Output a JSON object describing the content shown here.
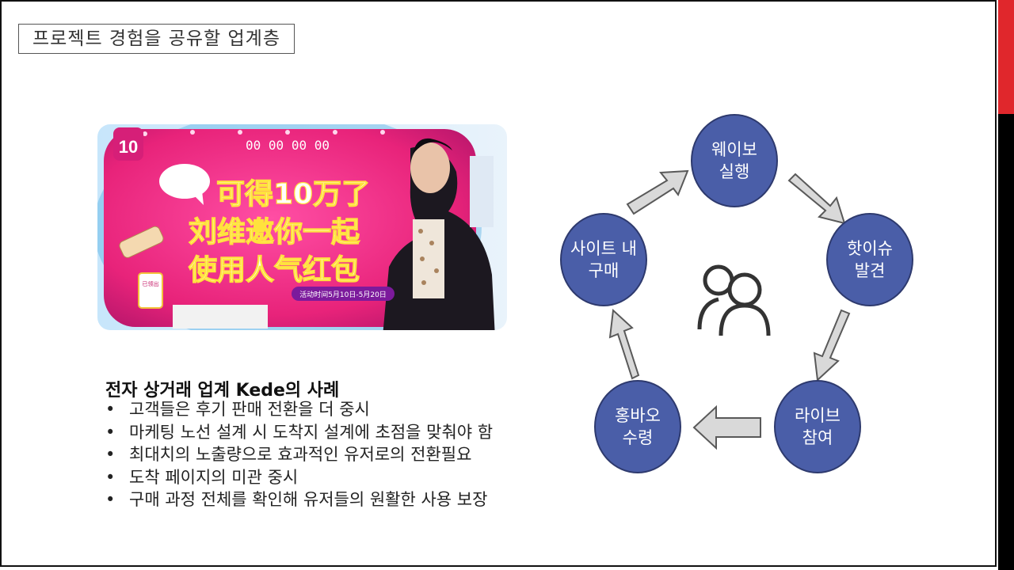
{
  "slide": {
    "title": "프로젝트 경험을 공유할 업계층",
    "case_heading": "전자 상거래 업계 Kede의 사례",
    "bullets": [
      "고객들은 후기 판매 전환을 더 중시",
      "마케팅 노선 설계 시 도착지 설계에 초점을 맞춰야 함",
      "최대치의 노출량으로 효과적인 유저로의 전환필요",
      "도착 페이지의 미관 중시",
      "구매 과정 전체를 확인해 유저들의 원활한 사용 보장"
    ],
    "bullet_symbol": "•"
  },
  "promo_image": {
    "headline_lines": [
      "可得10万了",
      "刘维邀你一起",
      "使用人气红包"
    ],
    "counter": "00 00 00 00",
    "badge_text": "10",
    "small_tag": "已领出",
    "date_text": "活动时间5月10日-5月20日",
    "colors": {
      "background": "#e8237a",
      "accent": "#ffe23d",
      "text": "#ffffff"
    }
  },
  "cycle": {
    "icon": "users-icon",
    "nodes": [
      {
        "label": "웨이보\n실행"
      },
      {
        "label": "핫이슈\n발견"
      },
      {
        "label": "라이브\n참여"
      },
      {
        "label": "홍바오\n수령"
      },
      {
        "label": "사이트 내\n구매"
      }
    ],
    "colors": {
      "node": "#4a5ea8",
      "arrow_fill": "#d9d9d9",
      "arrow_stroke": "#595959",
      "icon": "#333333"
    }
  },
  "theme": {
    "accent_red": "#e0272c",
    "frame": "#111111"
  }
}
